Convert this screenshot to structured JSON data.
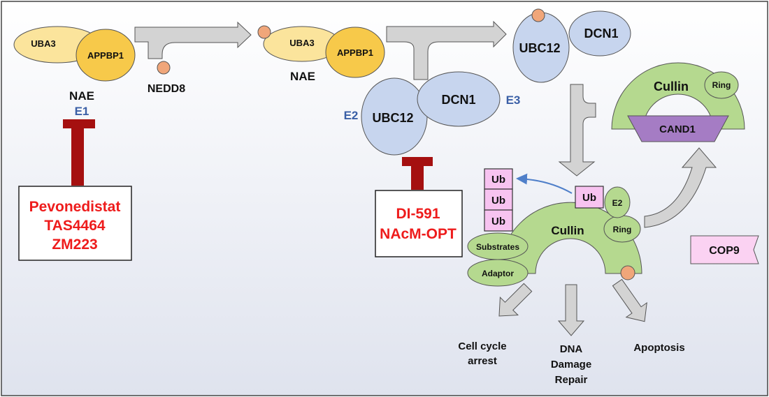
{
  "colors": {
    "uba3": "#fbe49c",
    "appbp1": "#f7c94a",
    "nedd8": "#f0a67a",
    "ubc12": "#c7d5ee",
    "dcn1": "#c7d5ee",
    "cullin": "#b5d98f",
    "cand1": "#a57cc4",
    "ub": "#f7c3f0",
    "cop9": "#fbd2f2",
    "inhibitor": "#a51010",
    "drug_text": "#ee1c1c",
    "enzyme_class_text": "#3a5fa6",
    "arrow_fill": "#d3d3d3"
  },
  "nae_free": {
    "uba3": "UBA3",
    "appbp1": "APPBP1",
    "complex": "NAE",
    "enzyme_class": "E1"
  },
  "nedd8_label": "NEDD8",
  "nae_bound": {
    "uba3": "UBA3",
    "appbp1": "APPBP1",
    "complex": "NAE"
  },
  "e2e3_middle": {
    "e2_label": "E2",
    "ubc12": "UBC12",
    "dcn1": "DCN1",
    "e3_label": "E3"
  },
  "e2e3_top": {
    "ubc12": "UBC12",
    "dcn1": "DCN1"
  },
  "inhibitors_nae": [
    "Pevonedistat",
    "TAS4464",
    "ZM223"
  ],
  "inhibitors_dcn1": [
    "DI-591",
    "NAcM-OPT"
  ],
  "inactive_crl": {
    "cullin": "Cullin",
    "ring": "Ring",
    "cand1": "CAND1"
  },
  "active_crl": {
    "ub_stack": [
      "Ub",
      "Ub",
      "Ub"
    ],
    "ub_donor": "Ub",
    "e2": "E2",
    "ring": "Ring",
    "cullin": "Cullin",
    "substrates": "Substrates",
    "adaptor": "Adaptor"
  },
  "cop9": "COP9",
  "outcomes": {
    "cell_cycle": [
      "Cell cycle",
      "arrest"
    ],
    "dna": [
      "DNA",
      "Damage",
      "Repair"
    ],
    "apoptosis": "Apoptosis"
  }
}
